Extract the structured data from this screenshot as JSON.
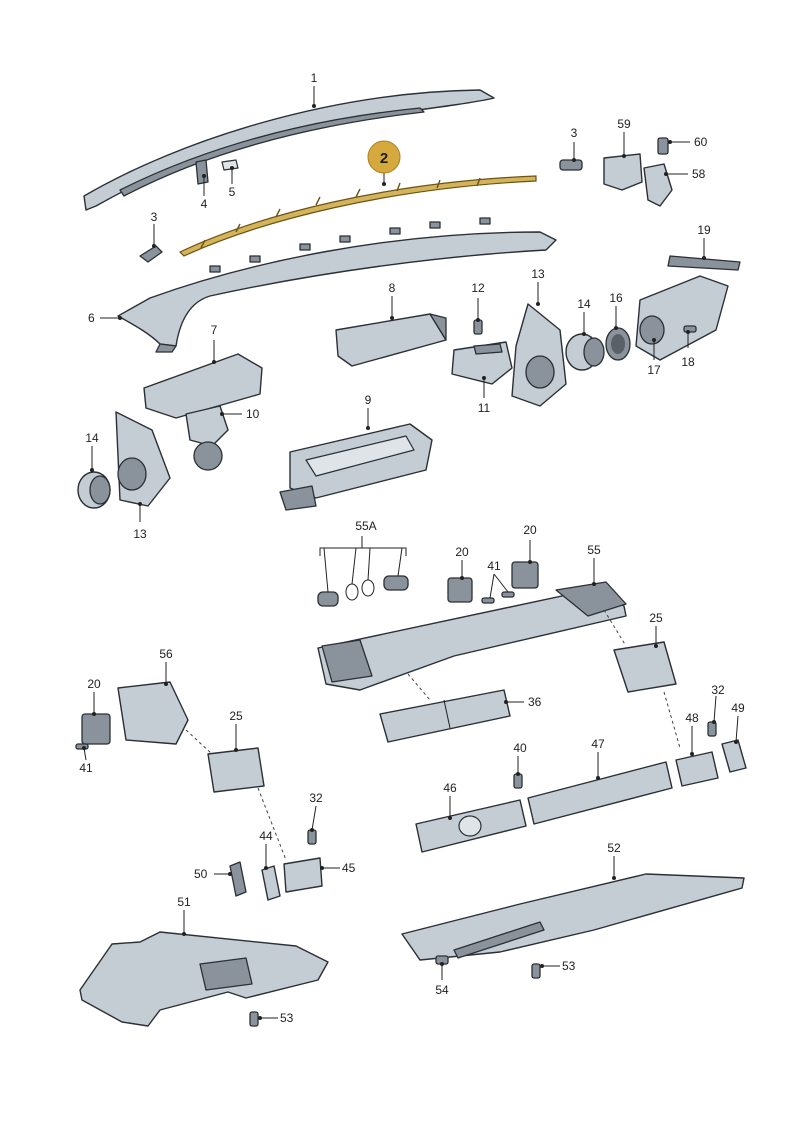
{
  "diagram": {
    "highlight_color": "#d4b45a",
    "badge_color": "#d6a93f",
    "highlighted_part": "2",
    "labels": {
      "l1": "1",
      "l2": "2",
      "l3a": "3",
      "l3b": "3",
      "l4": "4",
      "l5": "5",
      "l6": "6",
      "l7": "7",
      "l8": "8",
      "l9": "9",
      "l10": "10",
      "l11": "11",
      "l12": "12",
      "l13a": "13",
      "l13b": "13",
      "l14a": "14",
      "l14b": "14",
      "l16": "16",
      "l17": "17",
      "l18": "18",
      "l19": "19",
      "l20a": "20",
      "l20b": "20",
      "l20c": "20",
      "l25a": "25",
      "l25b": "25",
      "l32a": "32",
      "l32b": "32",
      "l36": "36",
      "l40": "40",
      "l41a": "41",
      "l41b": "41",
      "l44": "44",
      "l45": "45",
      "l46": "46",
      "l47": "47",
      "l48": "48",
      "l49": "49",
      "l50": "50",
      "l51": "51",
      "l52": "52",
      "l53a": "53",
      "l53b": "53",
      "l54": "54",
      "l55": "55",
      "l55A": "55A",
      "l56": "56",
      "l58": "58",
      "l59": "59",
      "l60": "60"
    }
  }
}
